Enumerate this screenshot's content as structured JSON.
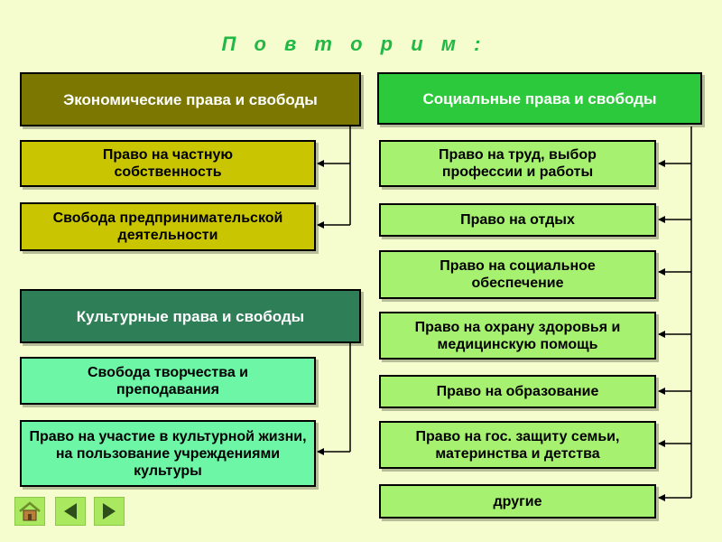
{
  "title": "П о в т о р и м :",
  "economic": {
    "heading": "Экономические права и свободы",
    "items": [
      "Право на частную собственность",
      "Свобода предпринимательской деятельности"
    ]
  },
  "cultural": {
    "heading": "Культурные права и свободы",
    "items": [
      "Свобода творчества и преподавания",
      "Право на участие в культурной жизни, на пользование учреждениями культуры"
    ]
  },
  "social": {
    "heading": "Социальные права и свободы",
    "items": [
      "Право на труд, выбор профессии и работы",
      "Право на отдых",
      "Право на социальное обеспечение",
      "Право на охрану здоровья и медицинскую помощь",
      "Право на образование",
      "Право на гос. защиту семьи, материнства и детства",
      "другие"
    ]
  },
  "nav": {
    "home_icon": "home-icon",
    "back_icon": "arrow-left-icon",
    "forward_icon": "arrow-right-icon"
  },
  "colors": {
    "economic_heading": "#7c7700",
    "economic_item": "#c9c500",
    "social_heading": "#2cc93c",
    "social_item": "#a6f270",
    "cultural_heading": "#2e7e58",
    "cultural_item": "#6cf6a5",
    "title": "#22b845",
    "background": "#f5fccd"
  }
}
